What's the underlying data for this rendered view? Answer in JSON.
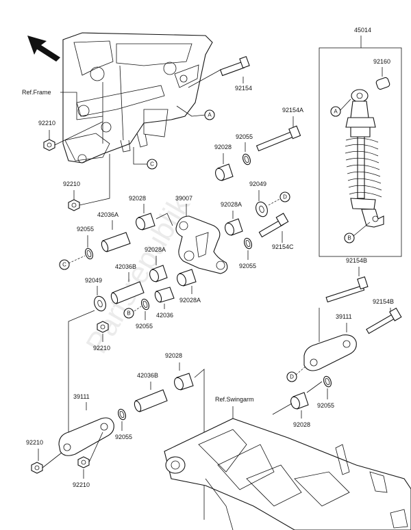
{
  "labels": {
    "p45014": "45014",
    "p92160": "92160",
    "p92154": "92154",
    "p92154A": "92154A",
    "p92154B": "92154B",
    "p92154B_2": "92154B",
    "p92154C": "92154C",
    "p92055_a": "92055",
    "p92055_b": "92055",
    "p92055_c": "92055",
    "p92055_d": "92055",
    "p92055_e": "92055",
    "p92055_f": "92055",
    "p92028_a": "92028",
    "p92028_b": "92028",
    "p92028_c": "92028",
    "p92028_d": "92028",
    "p92028A_a": "92028A",
    "p92028A_b": "92028A",
    "p92028A_c": "92028A",
    "p39007": "39007",
    "p92049_a": "92049",
    "p92049_b": "92049",
    "p42036A": "42036A",
    "p42036B_a": "42036B",
    "p42036B_b": "42036B",
    "p42036": "42036",
    "p92210_a": "92210",
    "p92210_b": "92210",
    "p92210_c": "92210",
    "p92210_d": "92210",
    "p92210_e": "92210",
    "p39111_a": "39111",
    "p39111_b": "39111",
    "ref_frame": "Ref.Frame",
    "ref_swingarm": "Ref.Swingarm"
  },
  "callouts": {
    "A": "A",
    "B": "B",
    "C": "C",
    "D": "D"
  },
  "icons": {
    "direction_arrow": "arrow-up-left-icon"
  }
}
